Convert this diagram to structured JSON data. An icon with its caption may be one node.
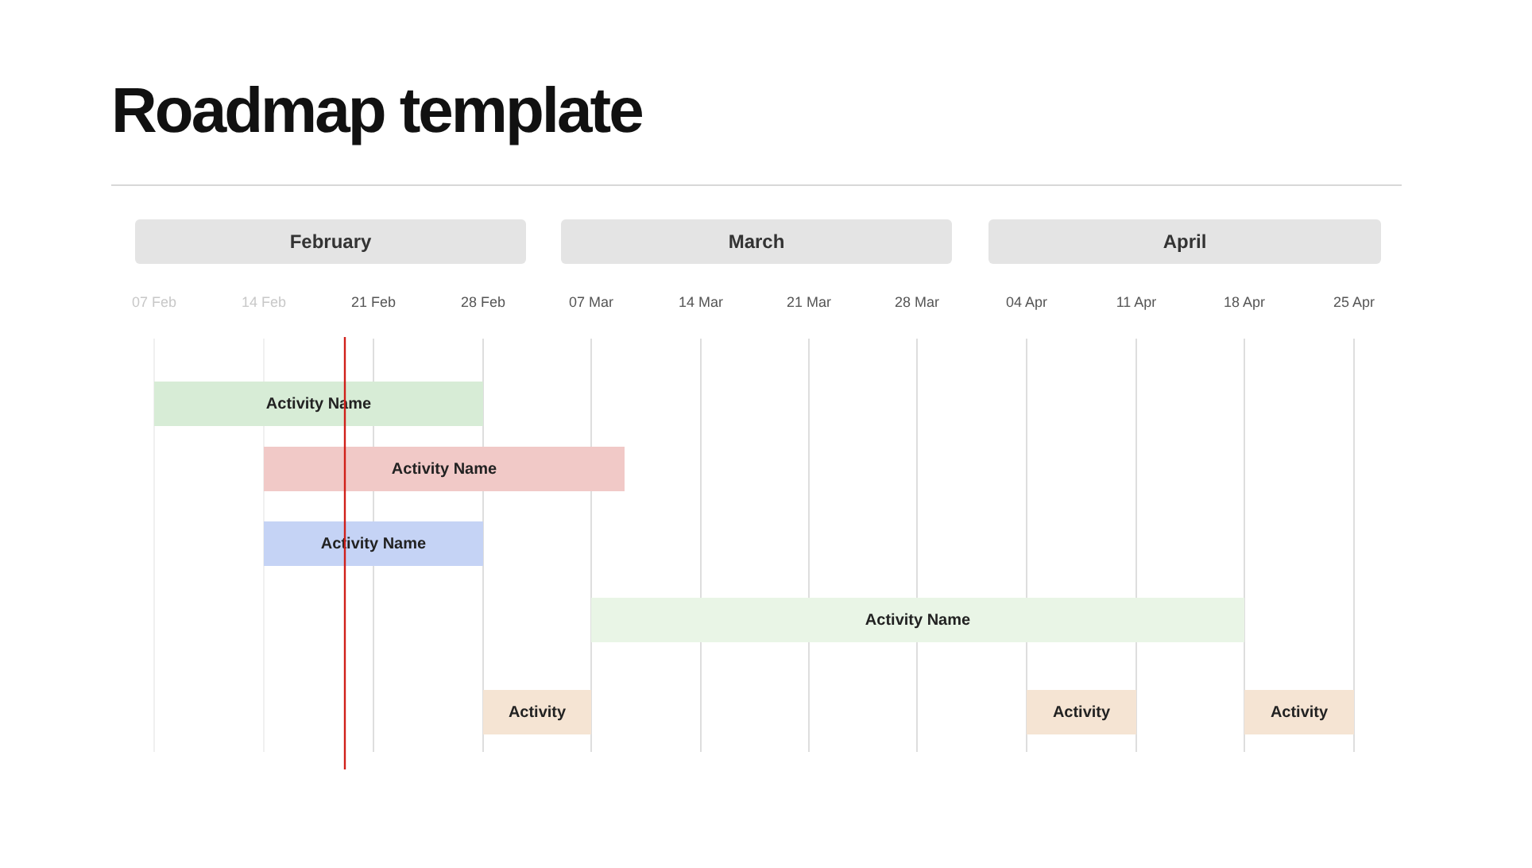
{
  "diagram": {
    "title": "Roadmap template",
    "nodes": [
      {
        "text": [
          "February"
        ]
      },
      {
        "text": [
          "March"
        ]
      },
      {
        "text": [
          "April"
        ]
      },
      {
        "text": [
          "Activity Name"
        ]
      },
      {
        "text": [
          "Activity Name"
        ]
      },
      {
        "text": [
          "Activity Name"
        ]
      },
      {
        "text": [
          "Activity Name"
        ]
      },
      {
        "text": [
          "Activity"
        ]
      },
      {
        "text": [
          "Activity"
        ]
      },
      {
        "text": [
          "Activity"
        ]
      }
    ],
    "labels": [
      "07 Feb",
      "14 Feb",
      "21 Feb",
      "28 Feb",
      "07 Mar",
      "14 Mar",
      "21 Mar",
      "28 Mar",
      "04 Apr",
      "11 Apr",
      "18 Apr",
      "25 Apr"
    ]
  }
}
